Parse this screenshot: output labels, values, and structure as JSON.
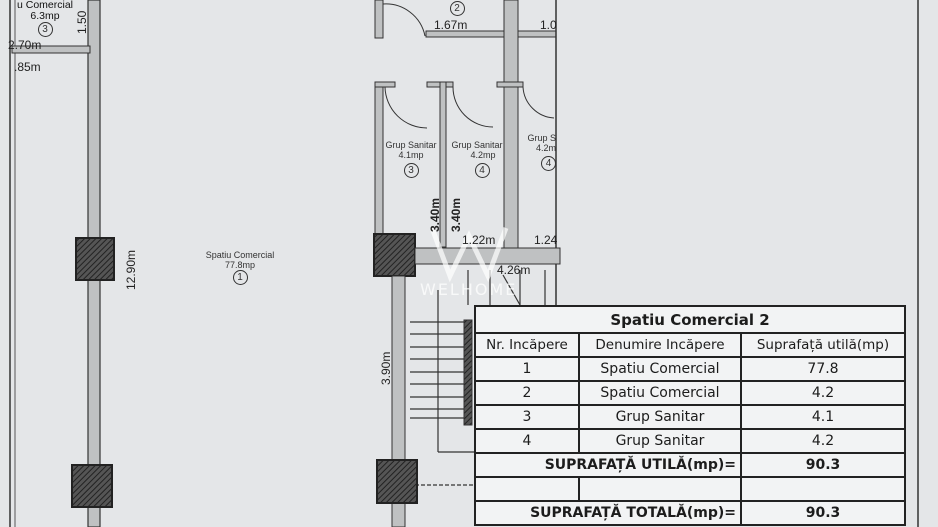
{
  "plan": {
    "rooms": [
      {
        "name": "u Comercial",
        "area": "6.3mp",
        "nr": "3"
      },
      {
        "name": "Spatiu Comercial",
        "area": "77.8mp",
        "nr": "1"
      },
      {
        "nr": "2"
      },
      {
        "name": "Grup Sanitar",
        "area": "4.1mp",
        "nr": "3"
      },
      {
        "name": "Grup Sanitar",
        "area": "4.2mp",
        "nr": "4"
      },
      {
        "name": "Grup S",
        "area": "4.2m",
        "nr": "4"
      }
    ],
    "dimensions": {
      "d_150": "1.50",
      "d_270": "2.70m",
      "d_85": ".85m",
      "d_1290": "12.90m",
      "d_167": "1.67m",
      "d_10": "1.0",
      "d_340a": "3.40m",
      "d_340b": "3.40m",
      "d_122": "1.22m",
      "d_124": "1.24",
      "d_426": "4.26m",
      "d_390": "3.90m"
    }
  },
  "watermark": "WELHOME",
  "table": {
    "title": "Spatiu Comercial  2",
    "headers": [
      "Nr. Incăpere",
      "Denumire Incăpere",
      "Suprafață utilă(mp)"
    ],
    "rows": [
      [
        "1",
        "Spatiu Comercial",
        "77.8"
      ],
      [
        "2",
        "Spatiu Comercial",
        "4.2"
      ],
      [
        "3",
        "Grup Sanitar",
        "4.1"
      ],
      [
        "4",
        "Grup Sanitar",
        "4.2"
      ]
    ],
    "useful_label": "SUPRAFAȚĂ UTILĂ(mp)=",
    "useful_value": "90.3",
    "total_label": "SUPRAFAȚĂ TOTALĂ(mp)=",
    "total_value": "90.3"
  }
}
